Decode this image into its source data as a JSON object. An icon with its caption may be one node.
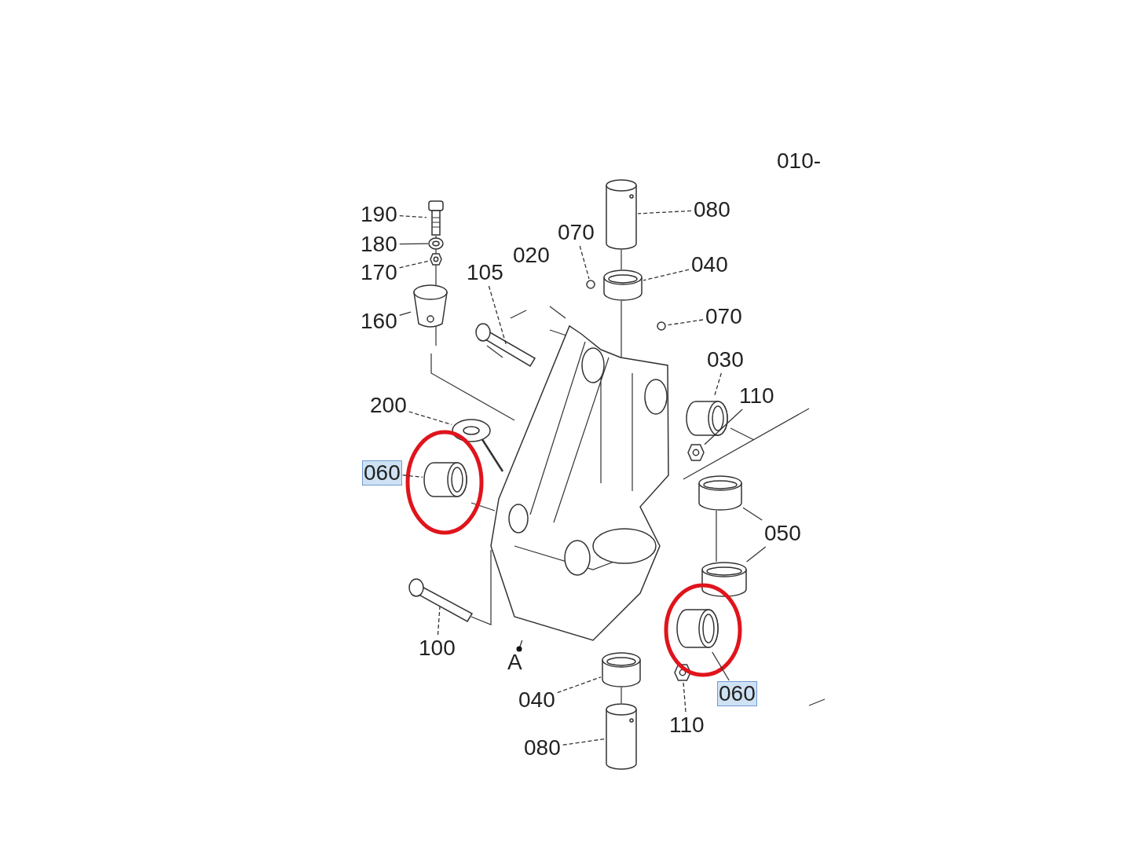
{
  "diagram": {
    "nodes": [
      {
        "text": [
          "190"
        ]
      },
      {
        "text": [
          "180"
        ]
      },
      {
        "text": [
          "170"
        ]
      },
      {
        "text": [
          "105"
        ]
      },
      {
        "text": [
          "070"
        ]
      },
      {
        "text": [
          "080"
        ]
      },
      {
        "text": [
          "040"
        ]
      },
      {
        "text": [
          "160"
        ]
      },
      {
        "text": [
          "070"
        ]
      },
      {
        "text": [
          "030"
        ]
      },
      {
        "text": [
          "110"
        ]
      },
      {
        "text": [
          "200"
        ]
      },
      {
        "text": [
          "060"
        ]
      },
      {
        "text": [
          "050"
        ]
      },
      {
        "text": [
          "100"
        ]
      },
      {
        "text": [
          "A"
        ]
      },
      {
        "text": [
          "040"
        ]
      },
      {
        "text": [
          "060"
        ]
      },
      {
        "text": [
          "110"
        ]
      },
      {
        "text": [
          "080"
        ]
      },
      {
        "text": [],
        "shape": "picture"
      },
      {
        "text": [],
        "shape": "picture"
      },
      {
        "text": [],
        "shape": "picture"
      },
      {
        "text": [],
        "shape": "picture"
      },
      {
        "text": [],
        "shape": "picture"
      },
      {
        "text": [],
        "shape": "circle"
      },
      {
        "text": [],
        "shape": "picture"
      },
      {
        "text": [],
        "shape": "cylinder"
      },
      {
        "text": [],
        "shape": "circle"
      },
      {
        "text": [],
        "shape": "picture"
      },
      {
        "text": [],
        "shape": "picture"
      },
      {
        "text": [],
        "shape": "picture"
      },
      {
        "text": [],
        "shape": "picture"
      },
      {
        "text": [],
        "shape": "cylinder"
      },
      {
        "text": [],
        "shape": "cylinder"
      },
      {
        "text": [],
        "shape": "picture"
      },
      {
        "text": [],
        "shape": "picture"
      },
      {
        "text": [],
        "shape": "cylinder"
      },
      {
        "text": [],
        "shape": "picture"
      },
      {
        "text": [],
        "shape": "picture"
      },
      {
        "text": [],
        "shape": "picture"
      }
    ],
    "edges": [
      {
        "from": 0,
        "to": 20,
        "arrow": "none",
        "style": "dashed"
      },
      {
        "from": 1,
        "to": 21,
        "arrow": "none"
      },
      {
        "from": 2,
        "to": 22,
        "arrow": "none",
        "style": "dashed"
      },
      {
        "from": 3,
        "to": 24,
        "arrow": "none",
        "style": "dashed"
      },
      {
        "from": 4,
        "to": 25,
        "arrow": "none",
        "style": "dashed"
      },
      {
        "from": 5,
        "to": 26,
        "arrow": "none",
        "style": "dashed"
      },
      {
        "from": 6,
        "to": 27,
        "arrow": "none",
        "style": "dashed"
      },
      {
        "from": 7,
        "to": 23,
        "arrow": "none"
      },
      {
        "from": 8,
        "to": 28,
        "arrow": "none",
        "style": "dashed"
      },
      {
        "from": 9,
        "to": 29,
        "arrow": "none",
        "style": "dashed"
      },
      {
        "from": 10,
        "to": 30,
        "arrow": "none"
      },
      {
        "from": 11,
        "to": 31,
        "arrow": "none",
        "style": "dashed"
      },
      {
        "from": 12,
        "to": 32,
        "arrow": "none",
        "style": "dashed"
      },
      {
        "from": 13,
        "to": 33,
        "arrow": "none"
      },
      {
        "from": 13,
        "to": 34,
        "arrow": "none"
      },
      {
        "from": 14,
        "to": 35,
        "arrow": "none",
        "style": "dashed"
      },
      {
        "from": 15,
        "to": 36,
        "arrow": "other"
      },
      {
        "from": 16,
        "to": 37,
        "arrow": "none",
        "style": "dashed"
      },
      {
        "from": 17,
        "to": 38,
        "arrow": "none"
      },
      {
        "from": 18,
        "to": 39,
        "arrow": "none",
        "style": "dashed"
      },
      {
        "from": 19,
        "to": 40,
        "arrow": "none",
        "style": "dashed"
      }
    ],
    "labels": [
      "010-",
      "020"
    ]
  }
}
